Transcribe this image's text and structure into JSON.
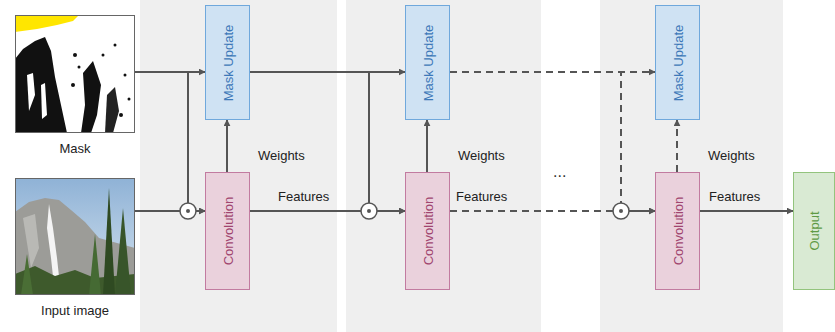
{
  "diagram": {
    "nodes": [
      {
        "text": [
          "Mask"
        ]
      },
      {
        "text": [
          "Mask Update"
        ]
      },
      {
        "text": [
          "Mask Update"
        ]
      },
      {
        "text": [
          "Mask Update"
        ]
      },
      {
        "text": [
          "Input image"
        ]
      },
      {
        "text": [
          "Convolution"
        ]
      },
      {
        "text": [
          "Convolution"
        ]
      },
      {
        "text": [
          "Convolution"
        ]
      },
      {
        "text": [
          "Output"
        ]
      }
    ],
    "edges": [
      {
        "from": 0,
        "to": 1,
        "arrow": "to"
      },
      {
        "from": 0,
        "to": 5,
        "arrow": "to"
      },
      {
        "from": 4,
        "to": 5,
        "arrow": "to"
      },
      {
        "from": 5,
        "to": 1,
        "label": "Weights",
        "arrow": "to"
      },
      {
        "from": 1,
        "to": 2,
        "arrow": "to"
      },
      {
        "from": 1,
        "to": 6,
        "arrow": "to"
      },
      {
        "from": 5,
        "to": 6,
        "label": "Features",
        "arrow": "to"
      },
      {
        "from": 6,
        "to": 2,
        "label": "Weights",
        "arrow": "to"
      },
      {
        "from": 2,
        "to": 3,
        "arrow": "to"
      },
      {
        "from": 2,
        "to": 7,
        "arrow": "to"
      },
      {
        "from": 6,
        "to": 7,
        "label": "Features",
        "arrow": "to"
      },
      {
        "from": 7,
        "to": 3,
        "label": "Weights",
        "arrow": "to"
      },
      {
        "from": 7,
        "to": 8,
        "label": "Features",
        "arrow": "to"
      }
    ],
    "labels": [
      "..."
    ]
  }
}
